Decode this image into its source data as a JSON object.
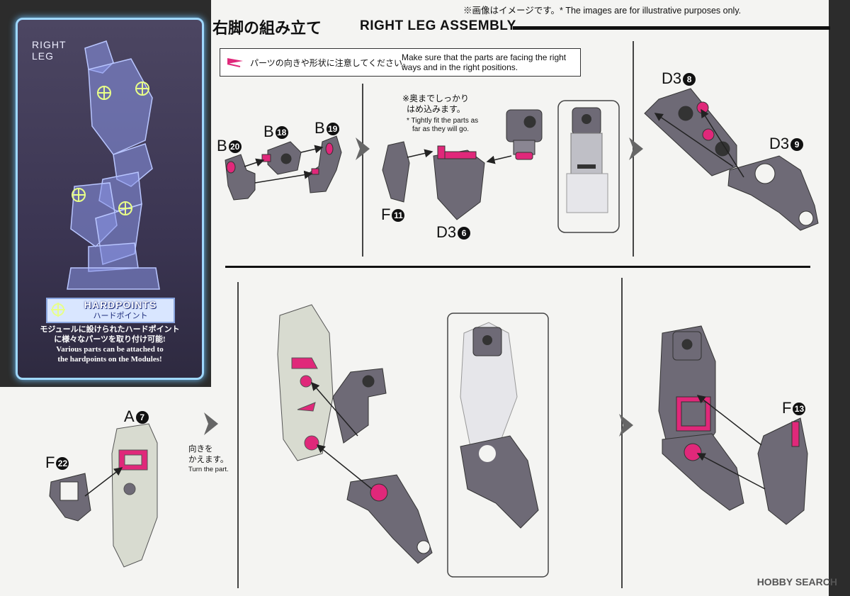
{
  "header": {
    "notice": "※画像はイメージです。* The images are for illustrative purposes only.",
    "title_jp": "右脚の組み立て",
    "title_en": "RIGHT LEG ASSEMBLY"
  },
  "card": {
    "label_line1": "RIGHT",
    "label_line2": "LEG",
    "hardpoints_title": "HARDPOINTS",
    "hardpoints_sub": "ハードポイント",
    "desc_jp_1": "モジュールに設けられたハードポイント",
    "desc_jp_2": "に様々なパーツを取り付け可能!",
    "desc_en_1": "Various parts can be attached to",
    "desc_en_2": "the hardpoints on the Modules!"
  },
  "note": {
    "jp": "パーツの向きや形状に注意してください。",
    "en": "Make sure that the parts are facing the right ways and in the right positions."
  },
  "tight": {
    "jp_1": "※奥までしっかり",
    "jp_2": "はめ込みます。",
    "en_1": "* Tightly fit the parts as",
    "en_2": "far as they will go."
  },
  "turn": {
    "jp_1": "向きを",
    "jp_2": "かえます。",
    "en": "Turn the part."
  },
  "parts": {
    "b20": {
      "letter": "B",
      "num": "20"
    },
    "b18": {
      "letter": "B",
      "num": "18"
    },
    "b19": {
      "letter": "B",
      "num": "19"
    },
    "f11": {
      "letter": "F",
      "num": "11"
    },
    "d36": {
      "letter": "D3",
      "num": "6"
    },
    "d38": {
      "letter": "D3",
      "num": "8"
    },
    "d39": {
      "letter": "D3",
      "num": "9"
    },
    "a7": {
      "letter": "A",
      "num": "7"
    },
    "f22": {
      "letter": "F",
      "num": "22"
    },
    "f13": {
      "letter": "F",
      "num": "13"
    }
  },
  "watermark": "HOBBY SEARCH",
  "colors": {
    "part_gray": "#6e6a76",
    "part_gray_light": "#8a8692",
    "accent_pink": "#e0287a",
    "armor_light": "#d8dbd0",
    "card_glow": "#9fd8ff"
  }
}
